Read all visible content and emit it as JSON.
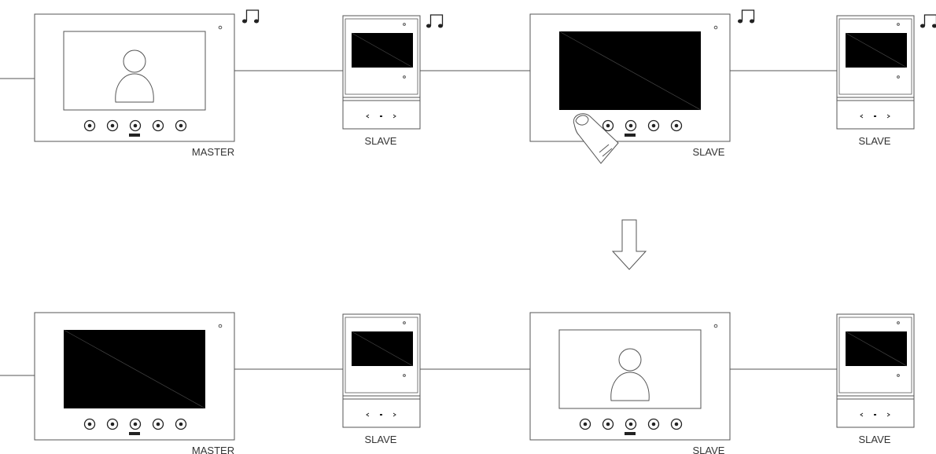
{
  "rows": [
    {
      "units": [
        {
          "type": "large",
          "screen": "person",
          "ring": true,
          "label": "MASTER"
        },
        {
          "type": "small",
          "screen": "off",
          "ring": true,
          "label": "SLAVE"
        },
        {
          "type": "large",
          "screen": "off",
          "ring": true,
          "label": "SLAVE",
          "touch": true
        },
        {
          "type": "small",
          "screen": "off",
          "ring": true,
          "label": "SLAVE"
        }
      ]
    },
    {
      "units": [
        {
          "type": "large",
          "screen": "off",
          "ring": false,
          "label": "MASTER"
        },
        {
          "type": "small",
          "screen": "off",
          "ring": false,
          "label": "SLAVE"
        },
        {
          "type": "large",
          "screen": "person",
          "ring": false,
          "label": "SLAVE"
        },
        {
          "type": "small",
          "screen": "off",
          "ring": false,
          "label": "SLAVE"
        }
      ]
    }
  ],
  "icons": {
    "large_buttons": [
      "phone-icon",
      "key-icon",
      "speaker-icon",
      "lock-icon",
      "menu-icon"
    ],
    "small_buttons": [
      "left-arrow-icon",
      "center-dot-icon",
      "right-arrow-icon"
    ],
    "ring_indicator": "music-note-icon",
    "transition": "down-arrow-icon"
  }
}
